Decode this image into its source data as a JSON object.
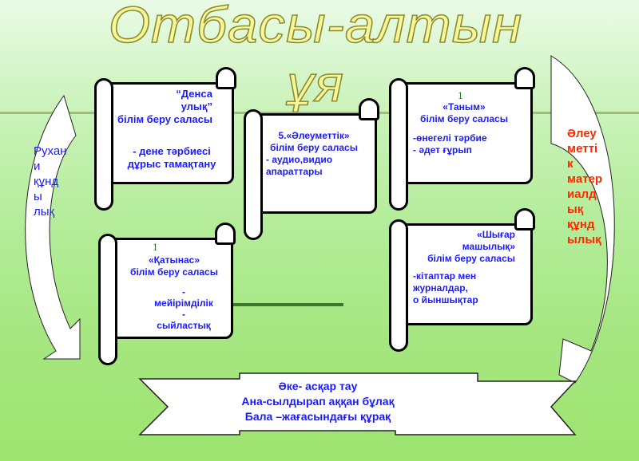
{
  "title": "Отбасы-алтын ұя",
  "left_arrow_label": "Рухан\nи\nқұнд\nы\nлық",
  "right_arrow_label": "Әлеу\nметті\nк\nматер\nиалд\nық\nқұнд\nылық",
  "scrolls": [
    {
      "heading": "“Денса\nулық”\nбілім беру саласы",
      "body": "- дене тәрбиесі\nдұрыс тамақтану"
    },
    {
      "heading": "5.«Әлеуметтік»\nбілім беру саласы",
      "body": "- аудио,видио\nапараттары"
    },
    {
      "marker": "1",
      "heading": "«Таным»\nбілім беру саласы",
      "body": "-өнегелі тәрбие\n- әдет ғұрып"
    },
    {
      "marker": "1",
      "heading": "«Қатынас»\nбілім беру саласы",
      "body": "-\nмейірімділік\n-\nсыйластық"
    },
    {
      "heading": "«Шығар\nмашылық»\nбілім беру саласы",
      "body": "-кітаптар мен\nжурналдар,\nо йыншықтар"
    }
  ],
  "banner": [
    "Әке- асқар тау",
    "Ана-сылдырап аққан бұлақ",
    "Бала –жағасындағы құрақ"
  ],
  "colors": {
    "text": "#1a1aff",
    "side_right": "#ff2a00",
    "title": "#f7f79a"
  }
}
